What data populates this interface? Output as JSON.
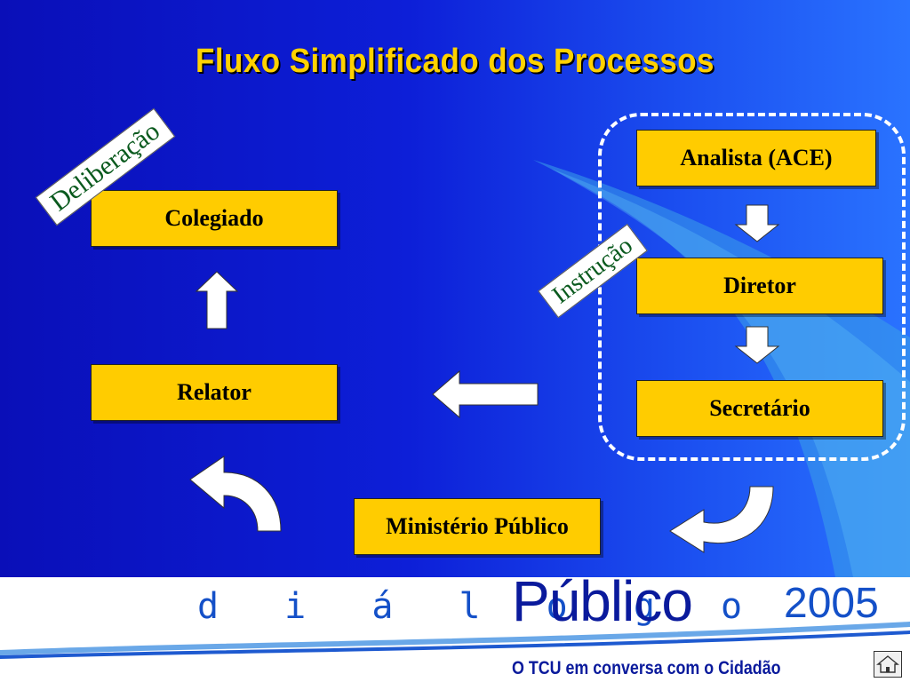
{
  "slide": {
    "title": "Fluxo Simplificado dos Processos",
    "colors": {
      "background": "#0d1fd8",
      "box_fill": "#ffcc00",
      "title": "#ffd200",
      "tag_text": "#0a5a1e",
      "arrow_fill": "#ffffff"
    }
  },
  "diagram": {
    "boxes": {
      "analista": "Analista (ACE)",
      "diretor": "Diretor",
      "secretario": "Secretário",
      "ministerio": "Ministério Público",
      "relator": "Relator",
      "colegiado": "Colegiado"
    },
    "tags": {
      "deliberacao": "Deliberação",
      "instrucao": "Instrução"
    }
  },
  "footer": {
    "brand_dialogo": "d i á l o g o",
    "brand_publico": "Público",
    "year": "2005",
    "tagline": "O TCU em conversa com o Cidadão",
    "home_icon": "home-icon"
  }
}
